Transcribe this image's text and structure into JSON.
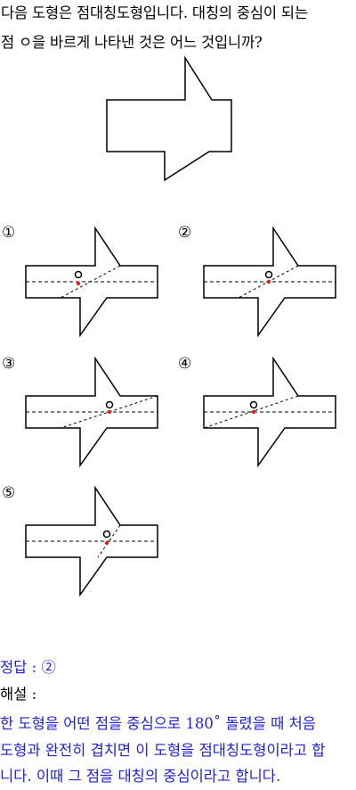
{
  "question": {
    "line1": "다음 도형은 점대칭도형입니다. 대칭의 중심이 되는",
    "line2": "점 ㅇ을 바르게 나타낸 것은 어느 것입니까?"
  },
  "options": [
    {
      "label": "①"
    },
    {
      "label": "②"
    },
    {
      "label": "③"
    },
    {
      "label": "④"
    },
    {
      "label": "⑤"
    }
  ],
  "answer": {
    "label": "정답 :",
    "value": "②"
  },
  "explanation": {
    "label": "해설 :",
    "lines": [
      "한 도형을 어떤 점을 중심으로 180˚ 돌렸을 때 처음",
      "도형과 완전히 겹치면 이 도형을 점대칭도형이라고 합",
      "니다. 이때 그 점을 대칭의 중심이라고 합니다."
    ]
  },
  "colors": {
    "answer_text": "#1f1fd6",
    "center_dot": "#e02020",
    "shape_stroke": "#000000"
  }
}
